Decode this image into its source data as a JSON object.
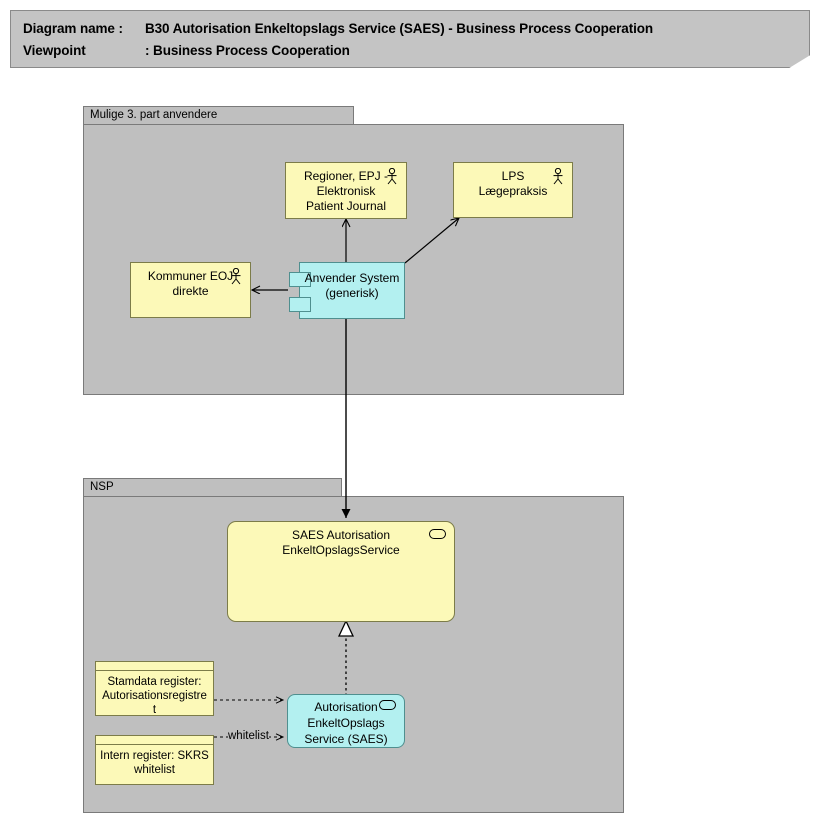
{
  "header": {
    "line1_label": "Diagram name :",
    "line1_value": "B30 Autorisation Enkeltopslags Service (SAES) - Business Process Cooperation",
    "line2_label": "Viewpoint",
    "line2_value": ": Business Process Cooperation"
  },
  "groups": [
    {
      "id": "third-party",
      "label": "Mulige 3. part anvendere"
    },
    {
      "id": "nsp",
      "label": "NSP"
    }
  ],
  "nodes": {
    "regioner": {
      "label": "Regioner, EPJ -\nElektronisk\nPatient Journal",
      "icon": "actor-icon",
      "type": "business-actor"
    },
    "lps": {
      "label": "LPS\nLægepraksis",
      "icon": "actor-icon",
      "type": "business-actor"
    },
    "kommuner": {
      "label": "Kommuner EOJ\ndirekte",
      "icon": "actor-icon",
      "type": "business-actor"
    },
    "anvender_system": {
      "label": "Anvender System\n(generisk)",
      "icon": "component-icon",
      "type": "application-component"
    },
    "saes_service": {
      "label": "SAES Autorisation\nEnkeltOpslagsService",
      "icon": "service-icon",
      "type": "business-service"
    },
    "autorisation_service": {
      "label": "Autorisation\nEnkeltOpslags\nService (SAES)",
      "icon": "service-icon",
      "type": "application-service"
    },
    "stamdata": {
      "label": "Stamdata register:\nAutorisationsregistre\nt",
      "type": "data-object"
    },
    "skrs": {
      "label": "Intern register: SKRS\nwhitelist",
      "type": "data-object"
    }
  },
  "edges": [
    {
      "id": "anvender-to-regioner",
      "label": ""
    },
    {
      "id": "anvender-to-lps",
      "label": ""
    },
    {
      "id": "anvender-to-kommuner",
      "label": ""
    },
    {
      "id": "anvender-to-saes",
      "label": ""
    },
    {
      "id": "autorisation-realizes-saes",
      "label": ""
    },
    {
      "id": "stamdata-to-autorisation",
      "label": ""
    },
    {
      "id": "skrs-to-autorisation",
      "label": "whitelist"
    }
  ],
  "colors": {
    "page_background": "#ffffff",
    "banner_fill": "#c4c4c4",
    "group_fill": "#bfbfbf",
    "group_tab_fill": "#bfbfbf",
    "business_fill": "#fcf9b8",
    "application_fill": "#b3f0f0",
    "line": "#000000"
  }
}
